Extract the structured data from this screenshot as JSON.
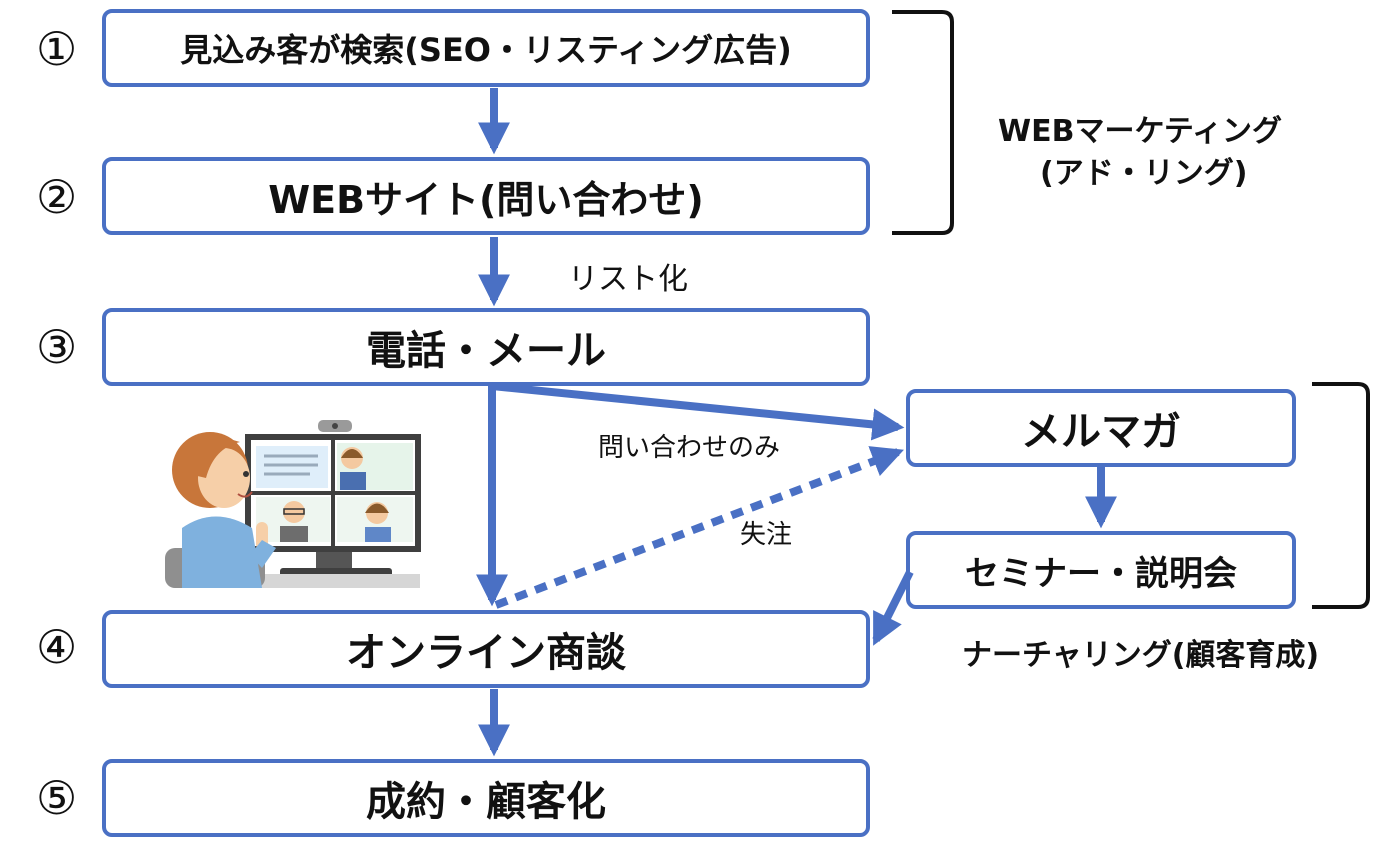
{
  "steps": [
    {
      "num": "①",
      "label": "見込み客が検索(SEO・リスティング広告)"
    },
    {
      "num": "②",
      "label": "WEBサイト(問い合わせ)"
    },
    {
      "num": "③",
      "label": "電話・メール"
    },
    {
      "num": "④",
      "label": "オンライン商談"
    },
    {
      "num": "⑤",
      "label": "成約・顧客化"
    }
  ],
  "side_boxes": {
    "mailmag": "メルマガ",
    "seminar": "セミナー・説明会"
  },
  "edge_labels": {
    "list": "リスト化",
    "inquiry_only": "問い合わせのみ",
    "lost": "失注"
  },
  "brackets": {
    "web_marketing_line1": "WEBマーケティング",
    "web_marketing_line2": "(アド・リング)",
    "nurturing": "ナーチャリング(顧客育成)"
  },
  "colors": {
    "accent": "#4a70c4"
  }
}
